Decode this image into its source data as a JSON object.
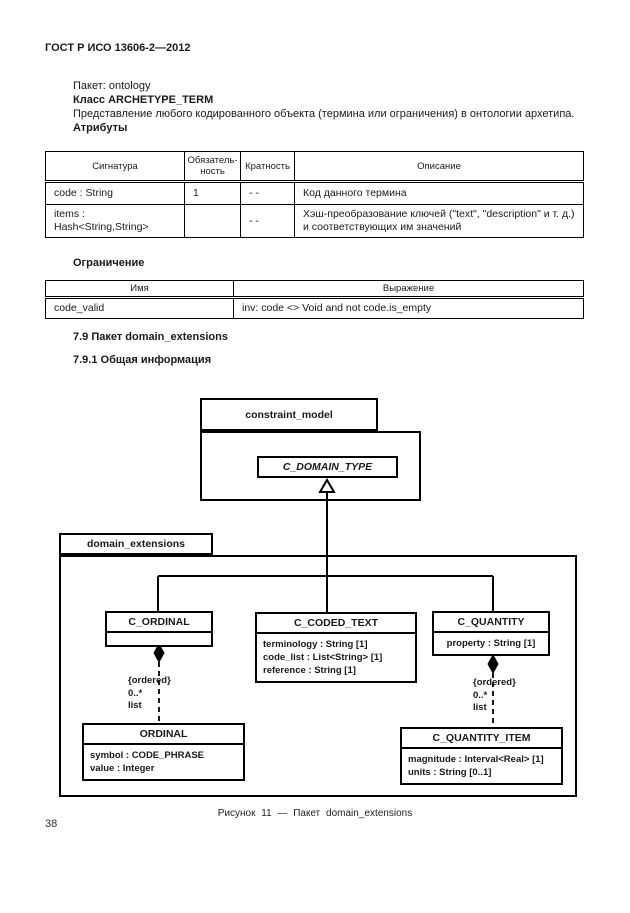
{
  "header": {
    "title": "ГОСТ Р ИСО 13606-2—2012"
  },
  "intro": {
    "package_line": "Пакет: ontology",
    "class_line": "Класс ARCHETYPE_TERM",
    "description": "Представление любого кодированного объекта (термина или ограничения) в онтологии архетипа.",
    "attributes_heading": "Атрибуты"
  },
  "attributes_table": {
    "headers": {
      "signature": "Сигнатура",
      "mandatory": "Обязатель­ность",
      "cardinality": "Кратность",
      "description": "Описание"
    },
    "rows": [
      {
        "signature": "code : String",
        "mandatory": "1",
        "cardinality": "- -",
        "description": "Код данного термина"
      },
      {
        "signature": "items : Hash<String,String>",
        "mandatory": "",
        "cardinality": "- -",
        "description": "Хэш-преобразование ключей (\"text\", \"description\" и т. д.) и соответствующих им значений"
      }
    ]
  },
  "constraint_section": {
    "heading": "Ограничение",
    "headers": {
      "name": "Имя",
      "expression": "Выражение"
    },
    "rows": [
      {
        "name": "code_valid",
        "expression": "inv: code <> Void and not code.is_empty"
      }
    ]
  },
  "sections": {
    "s79": "7.9 Пакет domain_extensions",
    "s791": "7.9.1 Общая информация"
  },
  "diagram": {
    "packages": {
      "constraint_model": "constraint_model",
      "domain_extensions": "domain_extensions"
    },
    "classes": {
      "c_domain_type": {
        "name": "C_DOMAIN_TYPE"
      },
      "c_ordinal": {
        "name": "C_ORDINAL"
      },
      "c_coded_text": {
        "name": "C_CODED_TEXT",
        "attributes": [
          "terminology : String [1]",
          "code_list : List<String> [1]",
          "reference : String [1]"
        ]
      },
      "c_quantity": {
        "name": "C_QUANTITY",
        "attributes": [
          "property : String [1]"
        ]
      },
      "ordinal": {
        "name": "ORDINAL",
        "attributes": [
          "symbol : CODE_PHRASE",
          "value : Integer"
        ]
      },
      "c_quantity_item": {
        "name": "C_QUANTITY_ITEM",
        "attributes": [
          "magnitude : Interval<Real> [1]",
          "units : String [0..1]"
        ]
      }
    },
    "associations": {
      "left": {
        "stereotype": "{ordered}",
        "multiplicity": "0..*",
        "role": "list"
      },
      "right": {
        "stereotype": "{ordered}",
        "multiplicity": "0..*",
        "role": "list"
      }
    }
  },
  "caption": "Рисунок 11 — Пакет domain_extensions",
  "footer": {
    "page_number": "38"
  }
}
